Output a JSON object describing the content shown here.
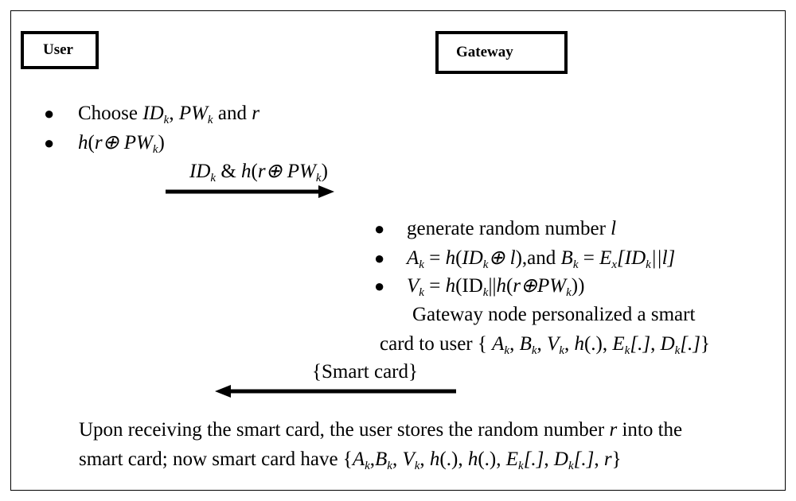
{
  "actors": {
    "user": "User",
    "gateway": "Gateway"
  },
  "user_steps": {
    "step1": {
      "prefix": "Choose ",
      "id": "ID",
      "k": "k",
      "comma": ", ",
      "pw": "PW",
      "and": " and ",
      "r": "r"
    },
    "step2": {
      "h": "h",
      "open": "(",
      "r": "r",
      "xor": "⊕",
      "pw": " PW",
      "k": "k",
      "close": ")"
    }
  },
  "msg1": {
    "id": "ID",
    "k": "k",
    "amp": " & ",
    "h": "h",
    "open": "(",
    "r": "r",
    "xor": "⊕",
    "pw": " PW",
    "k2": "k",
    "close": ")"
  },
  "gateway_steps": {
    "step1": {
      "text": "generate random number ",
      "l": "l"
    },
    "step2": {
      "A": "A",
      "k": "k",
      "eq1": " = ",
      "h": "h",
      "open": "(",
      "id": "ID",
      "k2": "k",
      "xor": "⊕",
      "l": " l",
      "mid": "),and ",
      "B": "B",
      "k3": "k",
      "eq2": " = ",
      "E": "E",
      "x": "x",
      "br": "[ID",
      "k4": "k",
      "tail": "||l]"
    },
    "step3": {
      "V": "V",
      "k": "k",
      "eq": " = ",
      "h": "h",
      "open": "(ID",
      "k2": "k",
      "mid": "||",
      "h2": "h",
      "open2": "(",
      "r": "r",
      "xor": "⊕",
      "pw": "PW",
      "k3": "k",
      "close": "))"
    },
    "note1": "Gateway node personalized a smart",
    "note2": {
      "text": "card to user { ",
      "A": "A",
      "k1": "k",
      "c1": ", ",
      "B": "B",
      "k2": "k",
      "c2": ", ",
      "V": "V",
      "k3": "k",
      "c3": ", ",
      "h": "h",
      "hp": "(.), ",
      "E": "E",
      "k4": "k",
      "eb": "[.]",
      "c4": ", ",
      "D": "D",
      "k5": "k",
      "db": "[.]",
      "close": "}"
    }
  },
  "msg2": "{Smart card}",
  "footer": {
    "line1": {
      "text": "Upon receiving the smart card, the user stores the random number ",
      "r": "r",
      "tail": " into the"
    },
    "line2": {
      "text": "smart card; now smart card have {",
      "A": "A",
      "k1": "k",
      "c1": ",",
      "B": "B",
      "k2": "k",
      "c2": ", ",
      "V": "V",
      "k3": "k",
      "c3": ", ",
      "h1": "h",
      "p1": "(.), ",
      "h2": "h",
      "p2": "(.), ",
      "E": "E",
      "k4": "k",
      "eb": "[.]",
      "c4": ", ",
      "D": "D",
      "k5": "k",
      "db": "[.]",
      "c5": ", ",
      "r": "r",
      "close": "}"
    }
  }
}
